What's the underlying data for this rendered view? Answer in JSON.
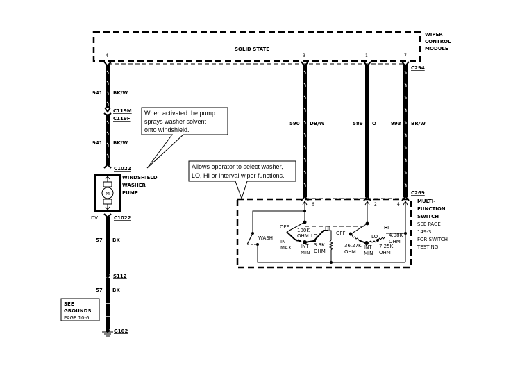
{
  "module": {
    "name_lines": [
      "WIPER",
      "CONTROL",
      "MODULE"
    ],
    "inner_label": "SOLID STATE",
    "pins": [
      "4",
      "3",
      "1",
      "7"
    ],
    "connector": "C294"
  },
  "circuits": [
    {
      "number": "941",
      "color": "BK/W"
    },
    {
      "number": "941",
      "color": "BK/W"
    },
    {
      "number": "590",
      "color": "DB/W"
    },
    {
      "number": "589",
      "color": "O"
    },
    {
      "number": "993",
      "color": "BR/W"
    },
    {
      "number": "57",
      "color": "BK"
    },
    {
      "number": "57",
      "color": "BK"
    }
  ],
  "connectors": {
    "c119m": "C119M",
    "c119f": "C119F",
    "c1022_top": "C1022",
    "c1022_bottom": "C1022",
    "c269": "C269",
    "s112": "S112",
    "g102": "G102",
    "pin_dv": "DV"
  },
  "pump": {
    "name_lines": [
      "WINDSHIELD",
      "WASHER",
      "PUMP"
    ],
    "motor_symbol": "M"
  },
  "callouts": {
    "pump": [
      "When activated the pump",
      "sprays washer solvent",
      "onto windshield."
    ],
    "switch": [
      "Allows operator to select washer,",
      "LO, HI or Interval  wiper functions."
    ]
  },
  "switch": {
    "name_lines": [
      "MULTI-",
      "FUNCTION",
      "SWITCH"
    ],
    "note_lines": [
      "SEE PAGE",
      "149-3",
      "FOR SWITCH",
      "TESTING"
    ],
    "pins": [
      "6",
      "2",
      "4"
    ],
    "labels": {
      "wash": "WASH",
      "off1": "OFF",
      "r100k": [
        "100K",
        "OHM"
      ],
      "int_max": [
        "INT",
        "MAX"
      ],
      "int_min1": [
        "INT",
        "MIN"
      ],
      "lo1": "LO",
      "hi1": "HI",
      "r33k": [
        "3.3K",
        "OHM"
      ],
      "off2": "OFF",
      "r3627k": [
        "36.27K",
        "OHM"
      ],
      "int_min2": [
        "INT",
        "MIN"
      ],
      "lo2": "LO",
      "hi2": "HI",
      "r725k": [
        "7.25K",
        "OHM"
      ],
      "r408k": [
        "4.08K",
        "OHM"
      ]
    }
  },
  "grounds_note": [
    "SEE",
    "GROUNDS",
    "PAGE 10-6"
  ]
}
